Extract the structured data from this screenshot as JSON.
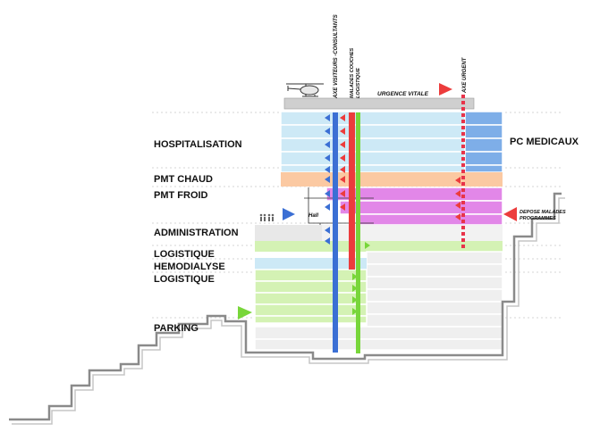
{
  "floor_labels": {
    "hospitalisation": "HOSPITALISATION",
    "pmt_chaud": "PMT CHAUD",
    "pmt_froid": "PMT FROID",
    "administration": "ADMINISTRATION",
    "logistique_1": "LOGISTIQUE",
    "hemodialyse": "HEMODIALYSE",
    "logistique_2": "LOGISTIQUE",
    "parking": "PARKING"
  },
  "side_labels": {
    "pc_medicaux": "PC MEDICAUX",
    "depose_line1": "DEPOSE MALADES",
    "depose_line2": "PROGRAMMES",
    "hall": "Hall",
    "urgence_vitale": "URGENCE VITALE"
  },
  "axis_labels": {
    "visiteurs": "AXE VISITEURS -CONSULTANTS",
    "malades_line1": "MALADES COUCHES",
    "malades_line2": "LOGISTIQUE",
    "urgent": "AXE URGENT"
  },
  "colors": {
    "hospitalisation": "#cde9f6",
    "pc_medicaux": "#7eaee8",
    "pmt_chaud": "#fbc9a2",
    "pmt_froid": "#e287e8",
    "logistique": "#d4f2b4",
    "hemodialyse": "#cde9f6",
    "axis_visitors": "#3b6fd4",
    "axis_malades_red": "#ec3c3c",
    "axis_logistique_green": "#78d63a",
    "axis_urgent": "#e8334a"
  },
  "icons": {
    "helicopter": "helicopter-icon",
    "people": "people-icon"
  }
}
